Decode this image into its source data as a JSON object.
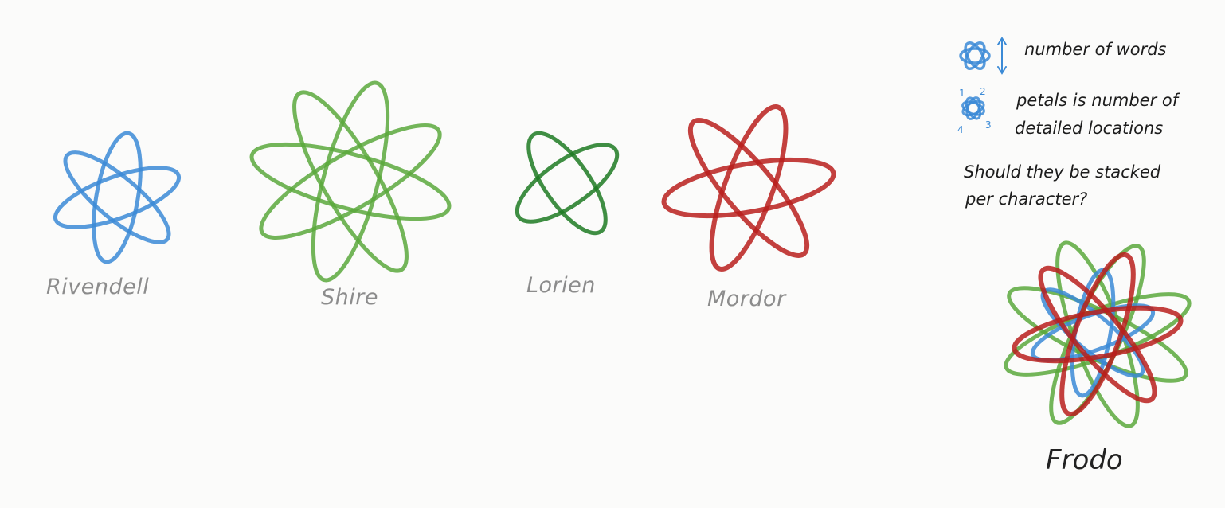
{
  "colors": {
    "rivendell": "#3b8ad6",
    "shire": "#5ba83c",
    "lorien": "#1d7a22",
    "mordor": "#b81f1c",
    "label_text": "#8c8c8c",
    "note_text": "#1c1c1c"
  },
  "flowers": [
    {
      "id": "rivendell",
      "label": "Rivendell",
      "petals": 3,
      "color": "#3b8ad6"
    },
    {
      "id": "shire",
      "label": "Shire",
      "petals": 4,
      "color": "#5ba83c"
    },
    {
      "id": "lorien",
      "label": "Lorien",
      "petals": 2,
      "color": "#1d7a22"
    },
    {
      "id": "mordor",
      "label": "Mordor",
      "petals": 3,
      "color": "#b81f1c"
    }
  ],
  "legend": {
    "size_note": "number of words",
    "petals_note_line1": "petals is number of",
    "petals_note_line2": "detailed locations",
    "petal_numbers": [
      "1",
      "2",
      "3",
      "4"
    ],
    "question_line1": "Should they be stacked",
    "question_line2": "per character?"
  },
  "character": {
    "label": "Frodo",
    "layers": [
      "shire",
      "rivendell",
      "mordor"
    ]
  },
  "icons": [
    "flower-glyph-icon",
    "double-arrow-icon"
  ]
}
